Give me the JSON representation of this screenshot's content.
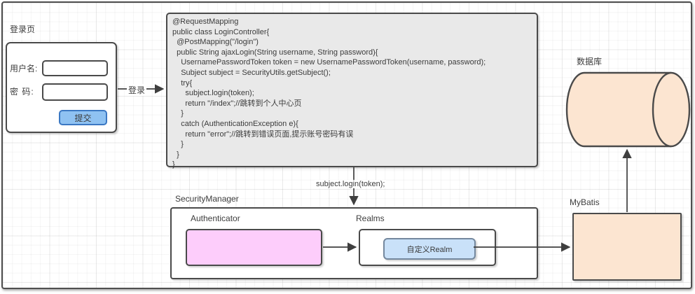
{
  "canvas": {
    "background_color": "#ffffff",
    "frame_border_color": "#4f4f4f",
    "grid_line_color": "#ececec"
  },
  "login_page": {
    "title": "登录页",
    "username_label": "用户名:",
    "username_value": "",
    "password_label": "密 码:",
    "password_value": "",
    "submit_label": "提交",
    "submit_fill": "#8fc2f2",
    "submit_border": "#3b78c3"
  },
  "login_arrow": {
    "label": "登录"
  },
  "controller_code": {
    "fill": "#e9e9e9",
    "lines": [
      "@RequestMapping",
      "public class LoginController{",
      "  @PostMapping(\"/login\")",
      "  public String ajaxLogin(String username, String password){",
      "    UsernamePasswordToken token = new UsernamePasswordToken(username, password);",
      "    Subject subject = SecurityUtils.getSubject();",
      "    try{",
      "      subject.login(token);",
      "      return \"/index\";//跳转到个人中心页",
      "    }",
      "    catch (AuthenticationException e){",
      "      return \"error\";//跳转到错误页面,提示账号密码有误",
      "    }",
      "  }",
      "}"
    ]
  },
  "call_arrow": {
    "label": "subject.login(token);"
  },
  "security_manager": {
    "title": "SecurityManager",
    "authenticator": {
      "title": "Authenticator",
      "fill": "#fdcdfb"
    },
    "realms": {
      "title": "Realms",
      "custom_realm_label": "自定义Realm",
      "custom_realm_fill": "#c9e1f9"
    }
  },
  "mybatis": {
    "title": "MyBatis",
    "fill": "#fce5d1"
  },
  "database": {
    "title": "数据库",
    "fill": "#fce5d1"
  },
  "arrow_color": "#3f3f3f"
}
